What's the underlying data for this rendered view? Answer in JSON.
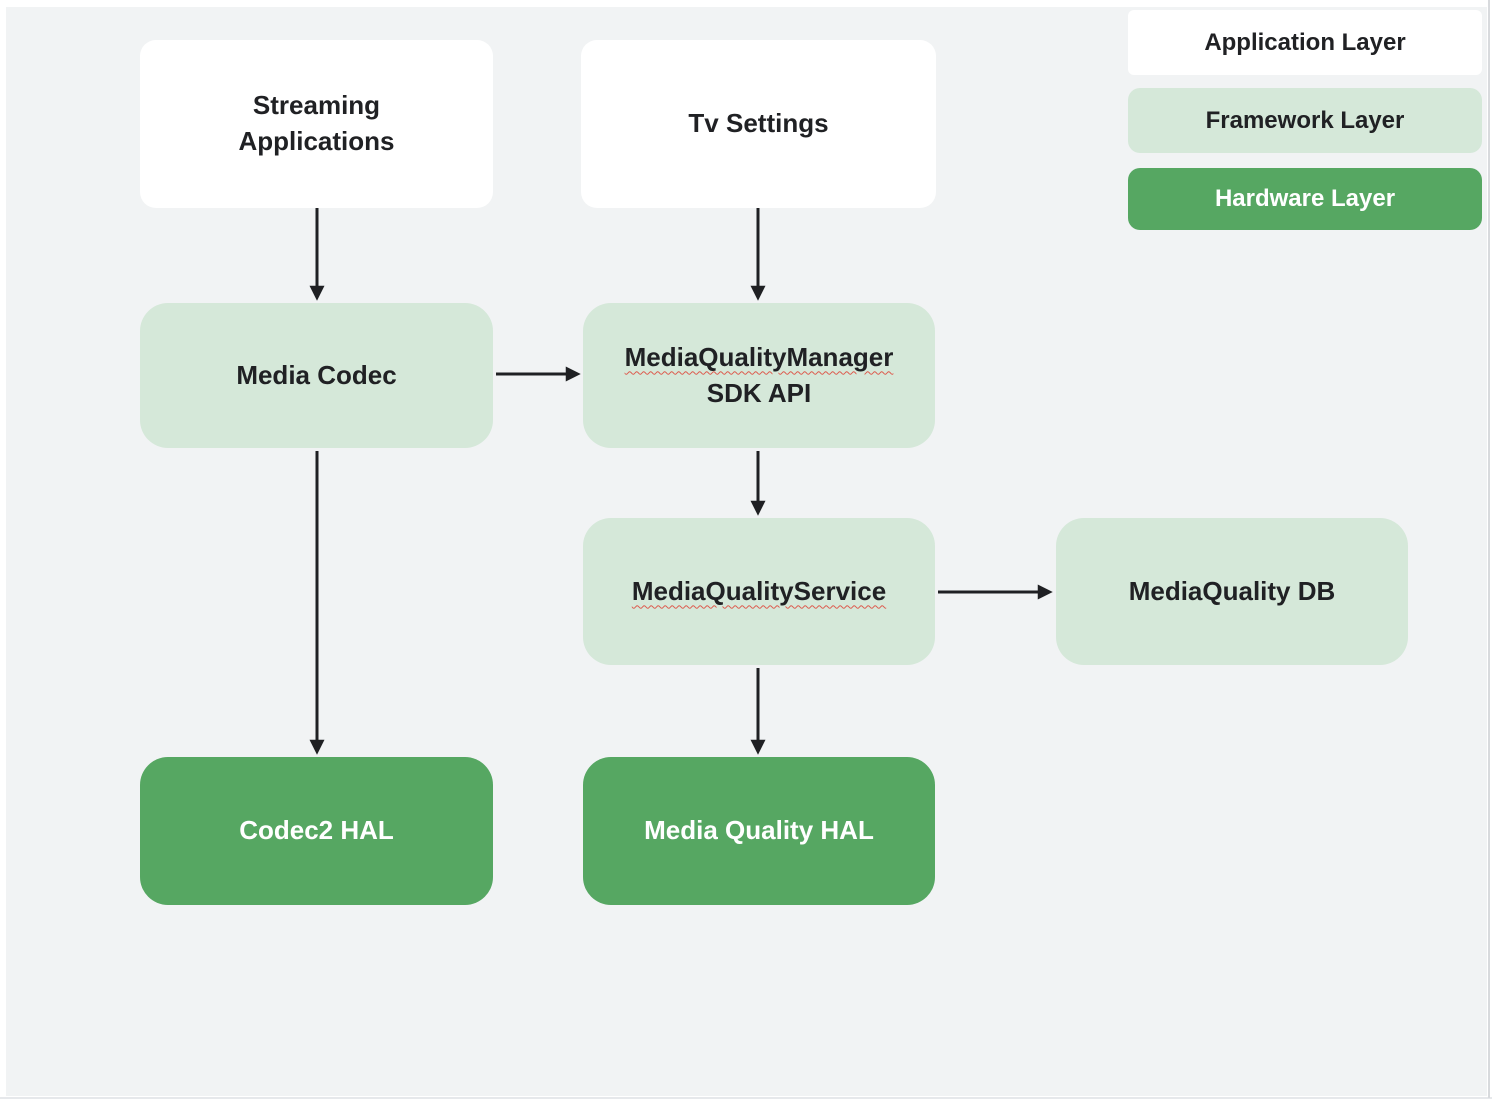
{
  "diagram": {
    "description": "Android TV media quality architecture diagram",
    "nodes": {
      "streaming_apps": {
        "line1": "Streaming",
        "line2": "Applications",
        "layer": "application"
      },
      "tv_settings": {
        "line1": "Tv Settings",
        "layer": "application"
      },
      "media_codec": {
        "line1": "Media Codec",
        "layer": "framework"
      },
      "mqm_sdk": {
        "line1": "MediaQualityManager",
        "line2": "SDK API",
        "layer": "framework"
      },
      "mq_service": {
        "line1": "MediaQualityService",
        "layer": "framework"
      },
      "mq_db": {
        "line1": "MediaQuality DB",
        "layer": "framework"
      },
      "codec2_hal": {
        "line1": "Codec2 HAL",
        "layer": "hardware"
      },
      "mq_hal": {
        "line1": "Media Quality HAL",
        "layer": "hardware"
      }
    },
    "edges": [
      {
        "from": "Streaming Applications",
        "to": "Media Codec",
        "direction": "down"
      },
      {
        "from": "Tv Settings",
        "to": "MediaQualityManager SDK API",
        "direction": "down"
      },
      {
        "from": "Media Codec",
        "to": "MediaQualityManager SDK API",
        "direction": "right"
      },
      {
        "from": "MediaQualityManager SDK API",
        "to": "MediaQualityService",
        "direction": "down"
      },
      {
        "from": "MediaQualityService",
        "to": "MediaQuality DB",
        "direction": "right"
      },
      {
        "from": "MediaQualityService",
        "to": "Media Quality HAL",
        "direction": "down"
      },
      {
        "from": "Media Codec",
        "to": "Codec2 HAL",
        "direction": "down"
      }
    ],
    "legend": {
      "application": "Application Layer",
      "framework": "Framework Layer",
      "hardware": "Hardware Layer"
    },
    "colors": {
      "background": "#f1f3f4",
      "application_layer": "#ffffff",
      "framework_layer": "#d5e8d9",
      "hardware_layer": "#56a762",
      "text_dark": "#202124",
      "text_light": "#ffffff",
      "arrow": "#1f2023",
      "spellcheck_underline": "#dd5a4d"
    }
  }
}
